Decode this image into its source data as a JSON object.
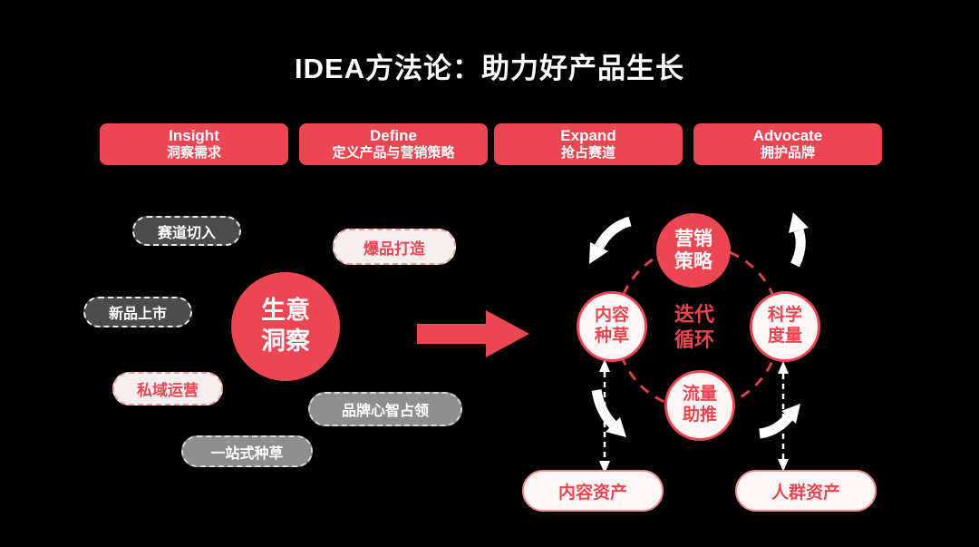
{
  "title": "IDEA方法论：助力好产品生长",
  "colors": {
    "background": "#000000",
    "accent_red": "#ea4753",
    "white": "#ffffff",
    "dark_pill": "#4c4c4c",
    "gray_pill": "#8e8e8e",
    "light_pill": "#f6efef"
  },
  "phases": [
    {
      "en": "Insight",
      "zh": "洞察需求"
    },
    {
      "en": "Define",
      "zh": "定义产品与营销策略"
    },
    {
      "en": "Expand",
      "zh": "抢占赛道"
    },
    {
      "en": "Advocate",
      "zh": "拥护品牌"
    }
  ],
  "scenario_tags": [
    {
      "label": "赛道切入"
    },
    {
      "label": "新品上市"
    },
    {
      "label": "私域运营"
    },
    {
      "label": "一站式种草"
    },
    {
      "label": "爆品打造"
    },
    {
      "label": "品牌心智占领"
    }
  ],
  "core_circle": {
    "line1": "生意",
    "line2": "洞察"
  },
  "cycle": {
    "center": {
      "line1": "迭代",
      "line2": "循环"
    },
    "nodes": {
      "top": {
        "line1": "营销",
        "line2": "策略"
      },
      "left": {
        "line1": "内容",
        "line2": "种草"
      },
      "right": {
        "line1": "科学",
        "line2": "度量"
      },
      "bottom": {
        "line1": "流量",
        "line2": "助推"
      }
    }
  },
  "assets": [
    {
      "label": "内容资产"
    },
    {
      "label": "人群资产"
    }
  ]
}
